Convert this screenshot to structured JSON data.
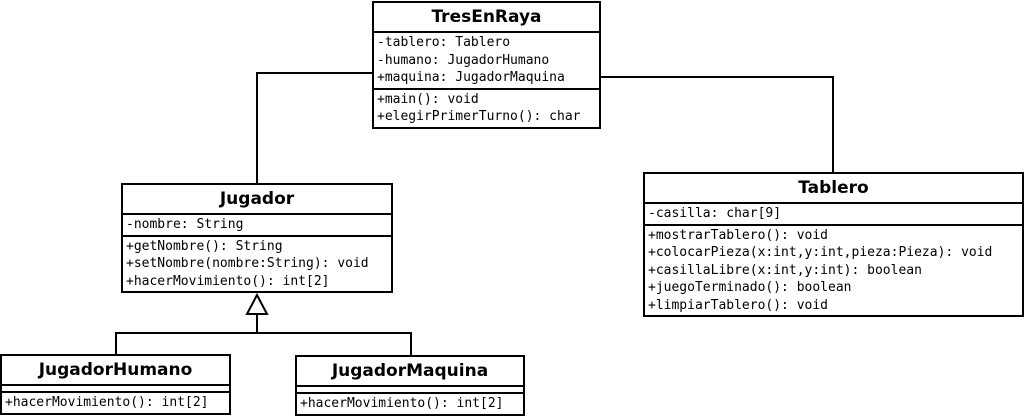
{
  "classes": {
    "tresenraya": {
      "name": "TresEnRaya",
      "attributes": [
        "-tablero: Tablero",
        "-humano: JugadorHumano",
        "+maquina: JugadorMaquina"
      ],
      "methods": [
        "+main(): void",
        "+elegirPrimerTurno(): char"
      ]
    },
    "jugador": {
      "name": "Jugador",
      "attributes": [
        "-nombre: String"
      ],
      "methods": [
        "+getNombre(): String",
        "+setNombre(nombre:String): void",
        "+hacerMovimiento(): int[2]"
      ]
    },
    "tablero": {
      "name": "Tablero",
      "attributes": [
        "-casilla: char[9]"
      ],
      "methods": [
        "+mostrarTablero(): void",
        "+colocarPieza(x:int,y:int,pieza:Pieza): void",
        "+casillaLibre(x:int,y:int): boolean",
        "+juegoTerminado(): boolean",
        "+limpiarTablero(): void"
      ]
    },
    "jugadorhumano": {
      "name": "JugadorHumano",
      "attributes": [],
      "methods": [
        "+hacerMovimiento(): int[2]"
      ]
    },
    "jugadormaquina": {
      "name": "JugadorMaquina",
      "attributes": [],
      "methods": [
        "+hacerMovimiento(): int[2]"
      ]
    }
  },
  "colors": {
    "stroke": "#000000",
    "background": "#ffffff"
  }
}
